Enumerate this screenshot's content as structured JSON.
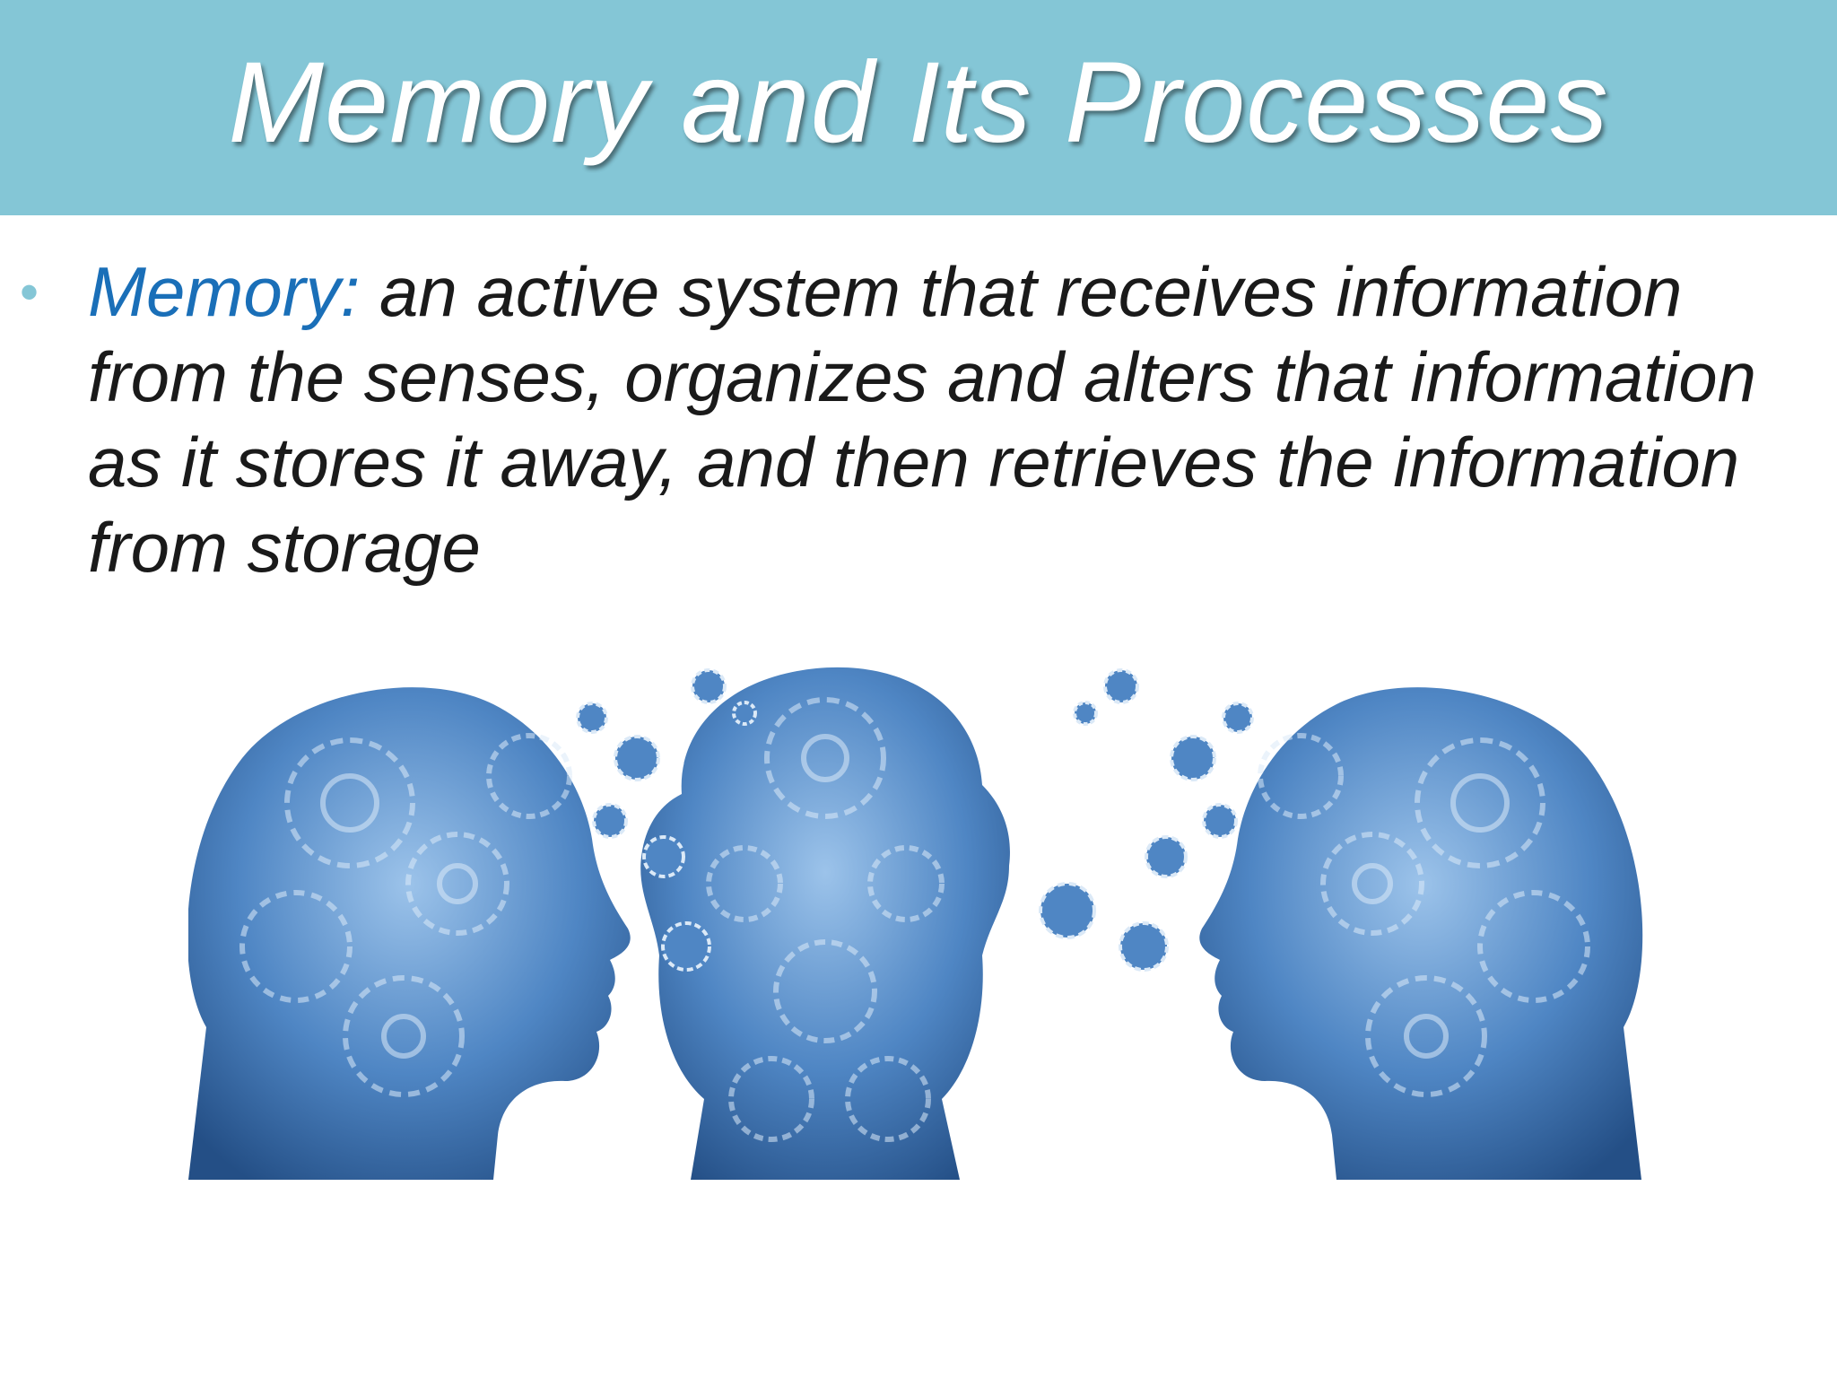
{
  "slide": {
    "title": "Memory and Its Processes",
    "bullet": {
      "term": "Memory:",
      "definition": " an active system that receives information from the senses, organizes and alters that information as it stores it away, and then retrieves the information from storage"
    },
    "illustration": {
      "icon": "gear-heads-illustration"
    },
    "colors": {
      "title_bar": "#84c6d6",
      "title_text": "#ffffff",
      "term": "#1a6fb8",
      "body_text": "#1a1a1a",
      "bullet": "#84c6d6",
      "gear_dark": "#2f5f99",
      "gear_mid": "#4f86c4",
      "gear_light": "#8fb8e4"
    }
  }
}
